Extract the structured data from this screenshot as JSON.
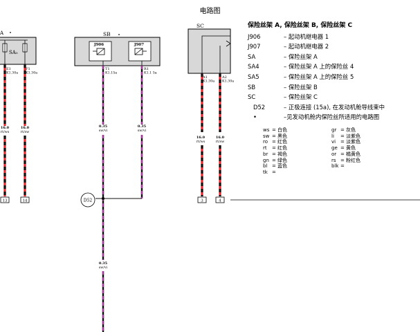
{
  "page_title": "电路图",
  "components": {
    "sa": {
      "label": "A"
    },
    "sa_box": {
      "label": "SA₅"
    },
    "sb": {
      "label": "SB"
    },
    "sc": {
      "label": "SC"
    },
    "relay1": {
      "label": "J906"
    },
    "relay2": {
      "label": "J907"
    },
    "d52": {
      "label": "D52"
    }
  },
  "pins": [
    {
      "id": "sa-e1",
      "num": "E1",
      "sub": "K1.30a"
    },
    {
      "id": "sa-f1",
      "num": "F1",
      "sub": "K1.30a"
    },
    {
      "id": "sb-t1",
      "num": "T1",
      "sub": "K1.15a"
    },
    {
      "id": "sb-r1",
      "num": "R1",
      "sub": "K1.1 5a"
    },
    {
      "id": "sc-a1",
      "num": "A1",
      "sub": "K1.30a"
    },
    {
      "id": "sc-a2",
      "num": "A2",
      "sub": "K1.30a"
    }
  ],
  "wires": [
    {
      "id": "w1",
      "size": "16.0",
      "color": "rt/ws"
    },
    {
      "id": "w2",
      "size": "16.0",
      "color": "rt/sw"
    },
    {
      "id": "w3",
      "size": "0.35",
      "color": "sw/vi"
    },
    {
      "id": "w4",
      "size": "0.35",
      "color": "sw/vi"
    },
    {
      "id": "w5",
      "size": "16.0",
      "color": "rt/ws"
    },
    {
      "id": "w6",
      "size": "16.0",
      "color": "rt/sw"
    },
    {
      "id": "w7",
      "size": "0.35",
      "color": "sw/vi"
    }
  ],
  "terminals": [
    "13",
    "14",
    "3",
    "4"
  ],
  "legend": {
    "title": "保险丝架 A, 保险丝架 B, 保险丝架 C",
    "items": [
      {
        "code": "J906",
        "desc": "– 起动机继电器 1"
      },
      {
        "code": "J907",
        "desc": "– 起动机继电器 2"
      },
      {
        "code": "SA",
        "desc": "– 保险丝架 A"
      },
      {
        "code": "SA4",
        "desc": "– 保险丝架 A 上的保险丝 4"
      },
      {
        "code": "SA5",
        "desc": "– 保险丝架 A 上的保险丝 5"
      },
      {
        "code": "SB",
        "desc": "– 保险丝架 B"
      },
      {
        "code": "SC",
        "desc": "– 保险丝架 C"
      },
      {
        "code": "D52",
        "desc": "– 正极连接 (15a), 在发动机舱导线束中",
        "indent": true
      },
      {
        "code": "•",
        "desc": "–见发动机舱内保险丝所适用的电路图",
        "indent": true
      }
    ]
  },
  "color_codes": [
    {
      "code": "ws",
      "name": "白色"
    },
    {
      "code": "gr",
      "name": "灰色"
    },
    {
      "code": "sw",
      "name": "黑色"
    },
    {
      "code": "li",
      "name": "淡紫色"
    },
    {
      "code": "ro",
      "name": "红色"
    },
    {
      "code": "vi",
      "name": "淡紫色"
    },
    {
      "code": "rt",
      "name": "红色"
    },
    {
      "code": "ge",
      "name": "黄色"
    },
    {
      "code": "br",
      "name": "褐色"
    },
    {
      "code": "or",
      "name": "橘黄色"
    },
    {
      "code": "gn",
      "name": "绿色"
    },
    {
      "code": "rs",
      "name": "粉红色"
    },
    {
      "code": "bl",
      "name": "蓝色"
    },
    {
      "code": "blk",
      "name": ""
    },
    {
      "code": "tk",
      "name": ""
    }
  ],
  "wire_colors": {
    "red": "#e8242c",
    "black": "#111111",
    "violet": "#a4389c",
    "box": "#d8d8d8"
  }
}
